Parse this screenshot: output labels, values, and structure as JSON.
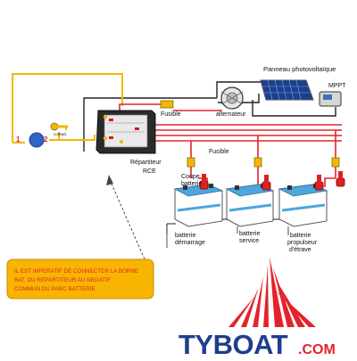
{
  "labels": {
    "solar_panel": "Panneau photovoltaïque",
    "mppt": "MPPT",
    "fusible_top": "Fusible",
    "alternator": "alternateur",
    "contact": "contact",
    "num1": "1",
    "num2": "2",
    "fusible_mid": "Fusible",
    "repartiteur_line1": "Répartiteur",
    "repartiteur_line2": "RCE",
    "coupe_line1": "Coupe",
    "coupe_line2": "batterie",
    "battery1_line1": "batterie",
    "battery1_line2": "démarrage",
    "battery2_line1": "batterie",
    "battery2_line2": "service",
    "battery3_line1": "batterie",
    "battery3_line2": "propulseur",
    "battery3_line3": "d'étrave"
  },
  "warning": {
    "line1": "IL EST IMPERATIF DE CONNECTER LA BORNE",
    "line2": "BAT. DU REPARTITEUR AU NEGATIF",
    "line3": "COMMUN DU PARC BATTERIE"
  },
  "brand": {
    "name": "TYBOAT",
    "suffix": ".COM"
  },
  "colors": {
    "red_wire": "#e3232c",
    "yellow_wire": "#f2b705",
    "black_wire": "#222222",
    "warning_bg": "#f7b500",
    "brand_blue": "#1f3e8c",
    "battery_blue": "#4da6dc"
  }
}
